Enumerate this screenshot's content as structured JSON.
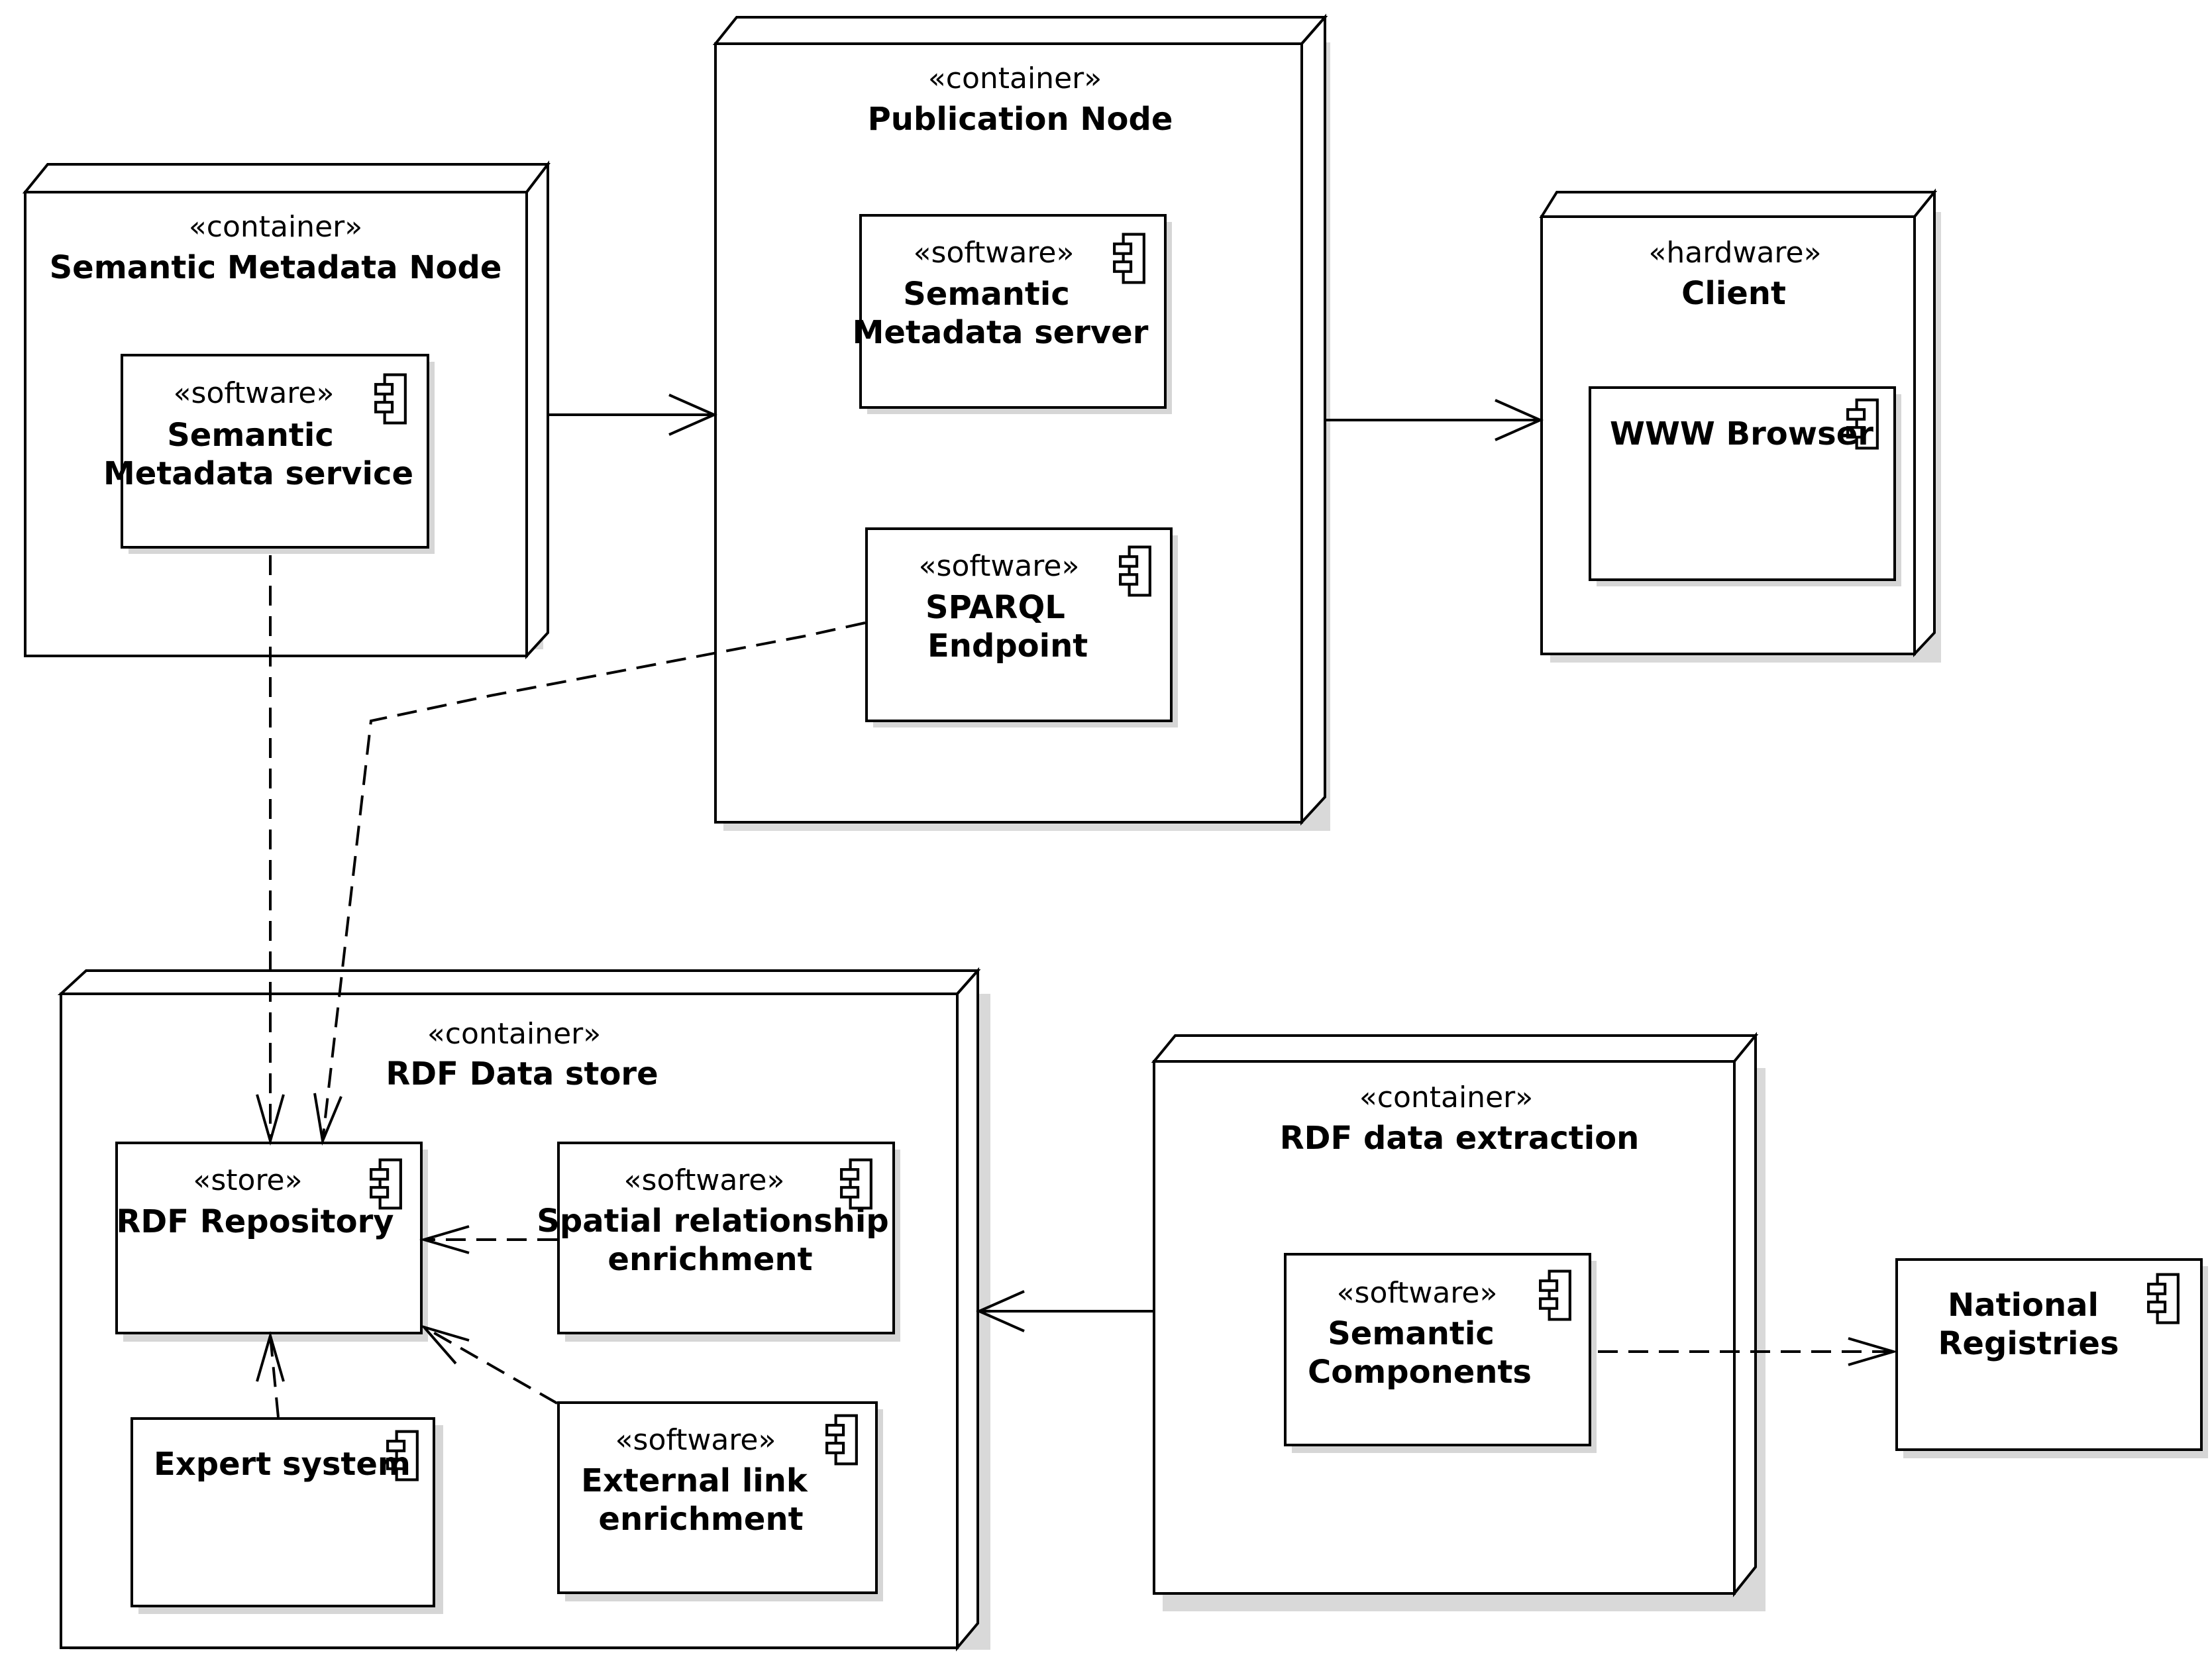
{
  "nodes": {
    "semantic_metadata_node": {
      "stereotype": "«container»",
      "title": "Semantic Metadata Node"
    },
    "publication_node": {
      "stereotype": "«container»",
      "title": "Publication Node"
    },
    "client": {
      "stereotype": "«hardware»",
      "title": "Client"
    },
    "rdf_data_store": {
      "stereotype": "«container»",
      "title": "RDF Data store"
    },
    "rdf_data_extraction": {
      "stereotype": "«container»",
      "title": "RDF data extraction"
    }
  },
  "components": {
    "semantic_metadata_service": {
      "stereotype": "«software»",
      "line1": "Semantic",
      "line2": "Metadata service"
    },
    "semantic_metadata_server": {
      "stereotype": "«software»",
      "line1": "Semantic",
      "line2": "Metadata server"
    },
    "sparql_endpoint": {
      "stereotype": "«software»",
      "line1": "SPARQL",
      "line2": "Endpoint"
    },
    "www_browser": {
      "line1": "WWW Browser"
    },
    "rdf_repository": {
      "stereotype": "«store»",
      "line1": "RDF Repository"
    },
    "spatial_relationship": {
      "stereotype": "«software»",
      "line1": "Spatial relationship",
      "line2": "enrichment"
    },
    "expert_system": {
      "line1": "Expert system"
    },
    "external_link": {
      "stereotype": "«software»",
      "line1": "External link",
      "line2": "enrichment"
    },
    "semantic_components": {
      "stereotype": "«software»",
      "line1": "Semantic",
      "line2": "Components"
    },
    "national_registries": {
      "line1": "National",
      "line2": "Registries"
    }
  },
  "colors": {
    "line": "#000000",
    "shadow": "#d6d6d6",
    "background": "#ffffff"
  }
}
